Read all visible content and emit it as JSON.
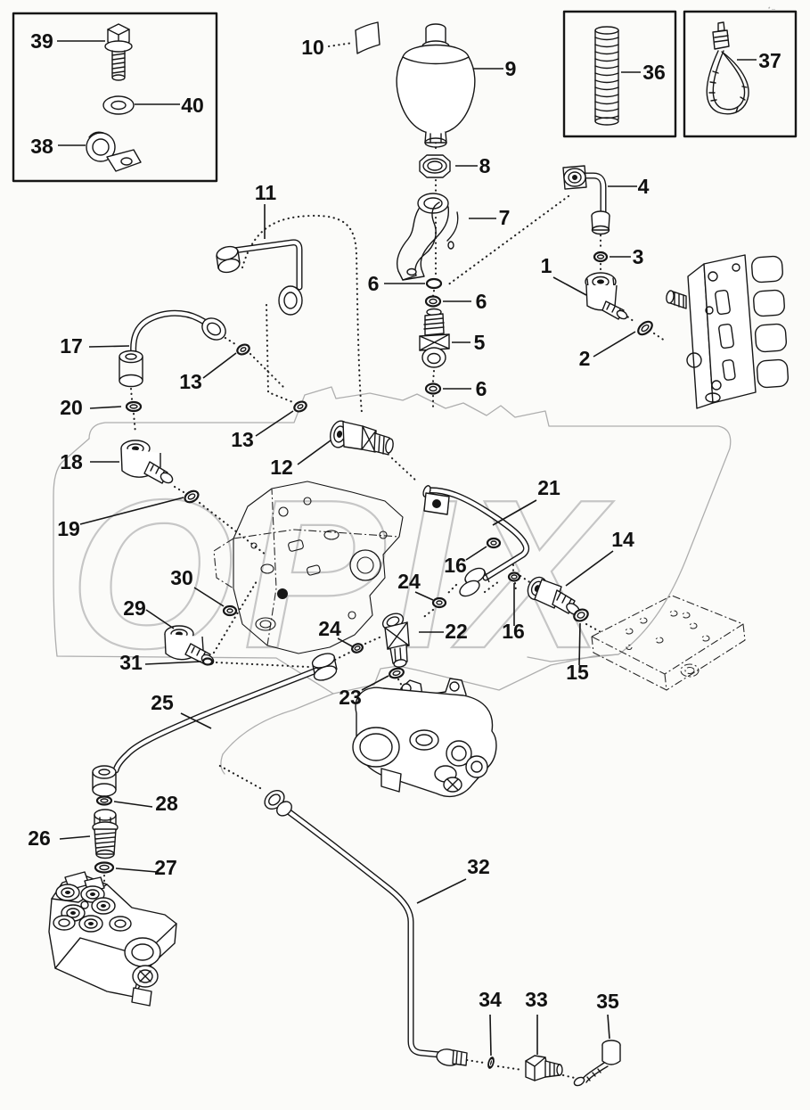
{
  "watermark": "OPIX",
  "corner_mark": "* --",
  "callouts": {
    "c1": "1",
    "c2": "2",
    "c3": "3",
    "c4": "4",
    "c5": "5",
    "c6a": "6",
    "c6b": "6",
    "c6c": "6",
    "c7": "7",
    "c8": "8",
    "c9": "9",
    "c10": "10",
    "c11": "11",
    "c12": "12",
    "c13a": "13",
    "c13b": "13",
    "c14": "14",
    "c15": "15",
    "c16a": "16",
    "c16b": "16",
    "c17": "17",
    "c18": "18",
    "c19": "19",
    "c20": "20",
    "c21": "21",
    "c22": "22",
    "c23": "23",
    "c24a": "24",
    "c24b": "24",
    "c25": "25",
    "c26": "26",
    "c27": "27",
    "c28": "28",
    "c29": "29",
    "c30": "30",
    "c31": "31",
    "c32": "32",
    "c33": "33",
    "c34": "34",
    "c35": "35",
    "c36": "36",
    "c37": "37",
    "c38": "38",
    "c39": "39",
    "c40": "40"
  }
}
